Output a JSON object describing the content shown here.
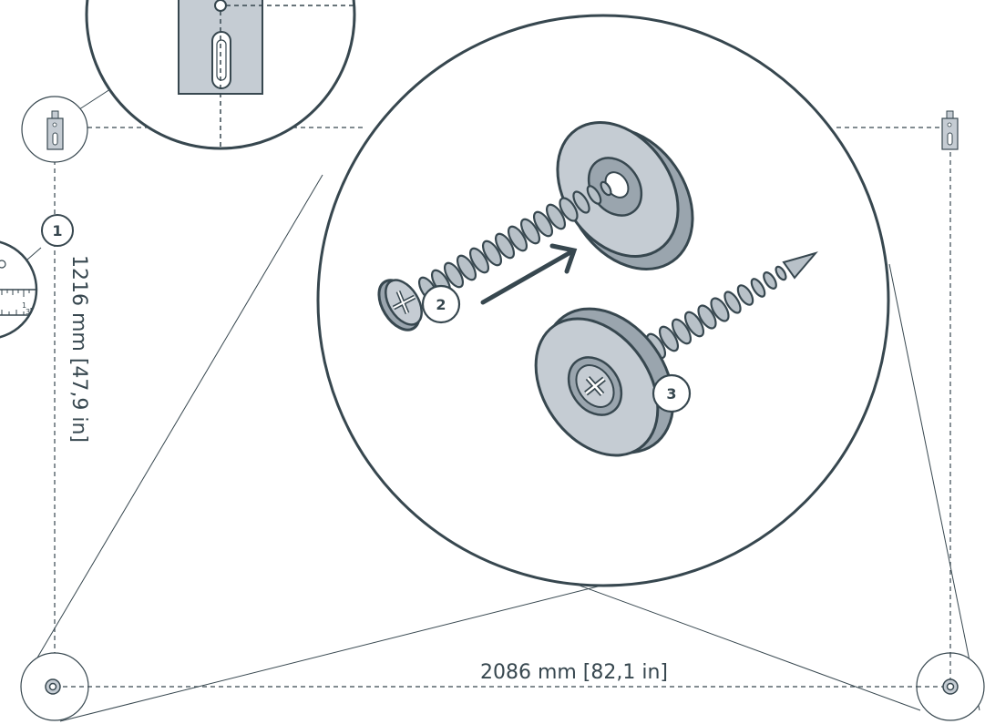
{
  "dimensions": {
    "height_label": "1216 mm [47,9 in]",
    "width_label": "2086 mm [82,1 in]"
  },
  "callouts": [
    "1",
    "2",
    "3"
  ],
  "colors": {
    "line": "#37474f",
    "metal": "#c5ccd3",
    "metal_dark": "#9aa5ae",
    "thread": "#b8c1c8"
  }
}
